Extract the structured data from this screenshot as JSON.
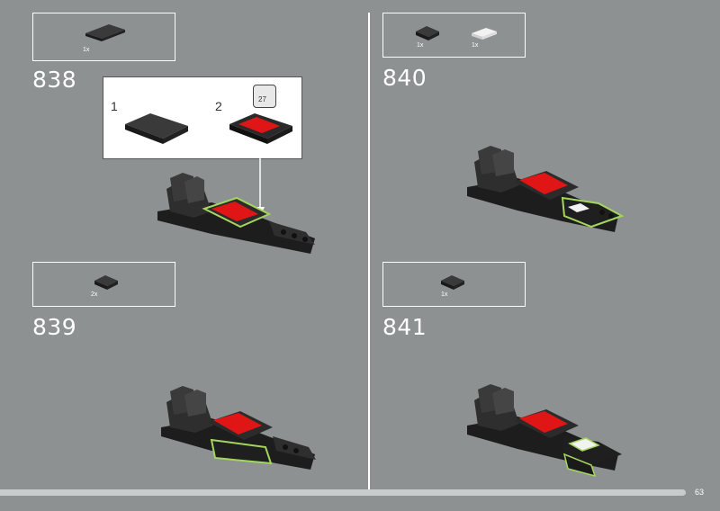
{
  "steps": {
    "s838": {
      "number": "838",
      "parts": [
        {
          "qty": "1x",
          "icon": "black-tile-1x2"
        }
      ]
    },
    "s839": {
      "number": "839",
      "parts": [
        {
          "qty": "2x",
          "icon": "black-slope-1x1"
        }
      ]
    },
    "s840": {
      "number": "840",
      "parts": [
        {
          "qty": "1x",
          "icon": "black-slope-1x1"
        },
        {
          "qty": "1x",
          "icon": "white-plate-1x2"
        }
      ]
    },
    "s841": {
      "number": "841",
      "parts": [
        {
          "qty": "1x",
          "icon": "black-slope-1x1"
        }
      ]
    }
  },
  "substeps": {
    "one": "1",
    "two": "2",
    "sticker": "27"
  },
  "colors": {
    "background": "#8d9192",
    "brick_black": "#2a2a2a",
    "brick_red": "#e01616",
    "highlight": "#a4d65e",
    "white": "#ffffff"
  },
  "page": {
    "number": "63"
  }
}
